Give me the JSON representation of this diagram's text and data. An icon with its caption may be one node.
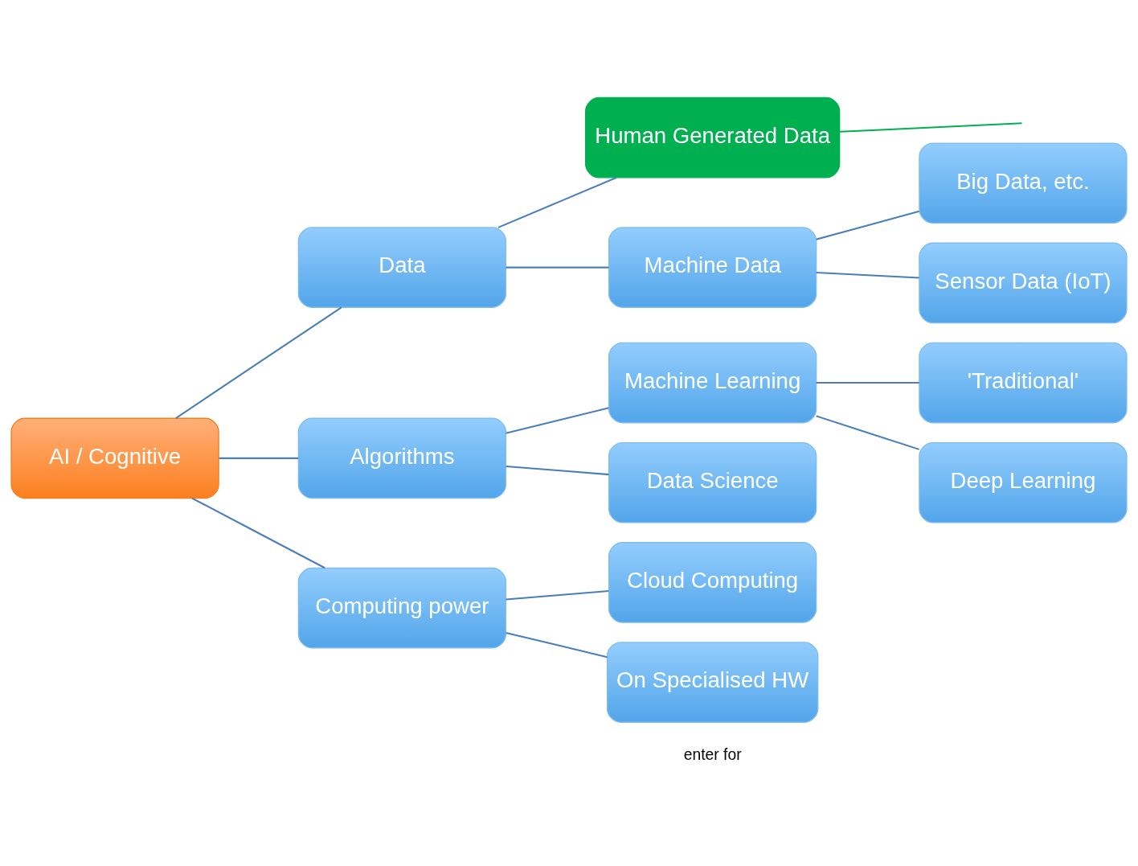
{
  "diagram": {
    "nodes": [
      {
        "text": [
          "AI / Cognitive"
        ]
      },
      {
        "text": [
          "Data"
        ]
      },
      {
        "text": [
          "Algorithms"
        ]
      },
      {
        "text": [
          "Computing power"
        ]
      },
      {
        "text": [
          "Human Generated Data"
        ]
      },
      {
        "text": [
          "Machine Data"
        ]
      },
      {
        "text": [
          "Machine Learning"
        ]
      },
      {
        "text": [
          "Data Science"
        ]
      },
      {
        "text": [
          "Cloud Computing"
        ]
      },
      {
        "text": [
          "On Specialised HW"
        ]
      },
      {
        "text": [
          "Big Data, etc."
        ]
      },
      {
        "text": [
          "Sensor Data (IoT)"
        ]
      },
      {
        "text": [
          "'Traditional'"
        ]
      },
      {
        "text": [
          "Deep Learning"
        ]
      }
    ],
    "edges": [
      {
        "from": 0,
        "to": 1,
        "arrow": "none"
      },
      {
        "from": 0,
        "to": 2,
        "arrow": "none"
      },
      {
        "from": 0,
        "to": 3,
        "arrow": "none"
      },
      {
        "from": 1,
        "to": 4,
        "arrow": "none"
      },
      {
        "from": 1,
        "to": 5,
        "arrow": "none"
      },
      {
        "from": 4,
        "to": null,
        "arrow": "none",
        "color": "#00b050"
      },
      {
        "from": 5,
        "to": 10,
        "arrow": "none"
      },
      {
        "from": 5,
        "to": 11,
        "arrow": "none"
      },
      {
        "from": 2,
        "to": 6,
        "arrow": "none"
      },
      {
        "from": 2,
        "to": 7,
        "arrow": "none"
      },
      {
        "from": 6,
        "to": 12,
        "arrow": "none"
      },
      {
        "from": 6,
        "to": 13,
        "arrow": "none"
      },
      {
        "from": 3,
        "to": 8,
        "arrow": "none"
      },
      {
        "from": 3,
        "to": 9,
        "arrow": "none"
      }
    ],
    "labels": [
      "enter for"
    ]
  }
}
